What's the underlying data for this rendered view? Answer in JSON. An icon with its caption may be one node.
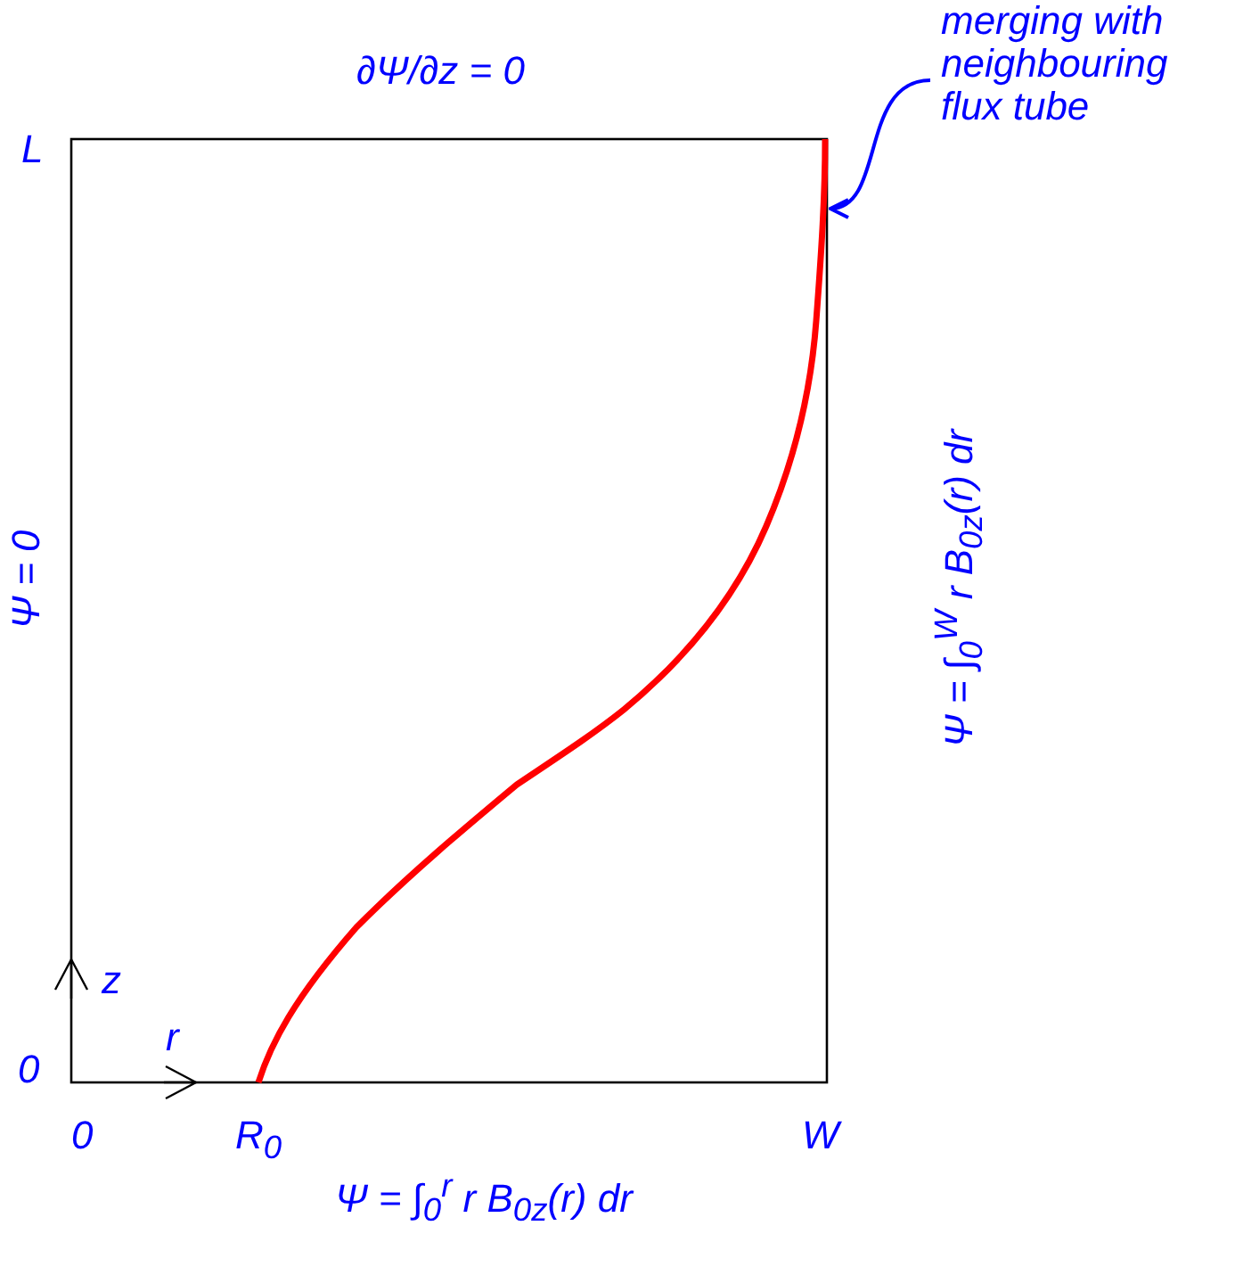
{
  "diagram": {
    "nodes": [
      {
        "text": [
          "merging with neighbouring flux tube"
        ]
      },
      {
        "text": [],
        "shape": "line"
      }
    ],
    "edges": [
      {
        "from": 0,
        "to": 1,
        "arrow": "to"
      }
    ],
    "labels": [
      "∂Ψ/∂z = 0",
      "L",
      "Ψ = 0",
      "Ψ = ∫$_{0}$$^{W}$ r B$_{0z}$(r) dr",
      "z",
      "r",
      "0",
      "0",
      "R$_{0}$",
      "W",
      "Ψ = ∫$_{0}$$^{r}$ r B$_{0z}$(r) dr"
    ]
  }
}
